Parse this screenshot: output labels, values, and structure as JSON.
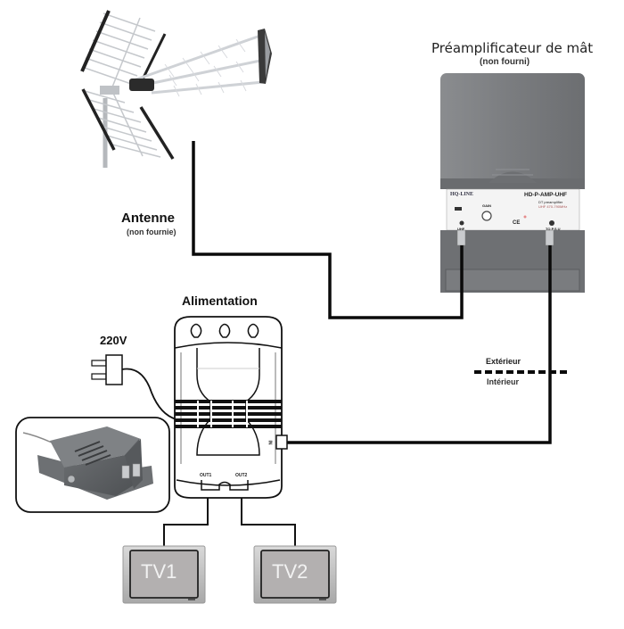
{
  "diagram": {
    "title": "Antenna installation with mast preamplifier and power supply",
    "colors": {
      "cable": "#0a0a0a",
      "device_gray": "#7d7f82",
      "device_dark": "#5e6063",
      "tv_screen": "#b3b0b0",
      "background": "#ffffff"
    }
  },
  "labels": {
    "preamp_title": "Préamplificateur de mât",
    "preamp_note": "(non fourni)",
    "antenna_title": "Antenne",
    "antenna_note": "(non fournie)",
    "power_title": "Alimentation",
    "voltage": "220V",
    "outdoor": "Extérieur",
    "indoor": "Intérieur",
    "tv1": "TV1",
    "tv2": "TV2"
  },
  "preamp_panel": {
    "brand": "HQ-LINE",
    "model": "HD-P-AMP-UHF",
    "description_line1": "DT  preamplifier",
    "description_line2": "UHF 470-790MHz",
    "knob_label": "GAIN",
    "port_left": "UHF",
    "port_right": "TO P.S.U",
    "marks": "CE"
  },
  "power_supply": {
    "input_label": "IN",
    "outputs": [
      "OUT1",
      "OUT2"
    ]
  },
  "connections": [
    {
      "from": "Antenne",
      "to": "Préamplificateur de mât (entrée)"
    },
    {
      "from": "Préamplificateur de mât (sortie)",
      "to": "Alimentation (IN)"
    },
    {
      "from": "Alimentation (OUT1)",
      "to": "TV1"
    },
    {
      "from": "Alimentation (OUT2)",
      "to": "TV2"
    },
    {
      "from": "Prise 220V",
      "to": "Alimentation"
    }
  ]
}
